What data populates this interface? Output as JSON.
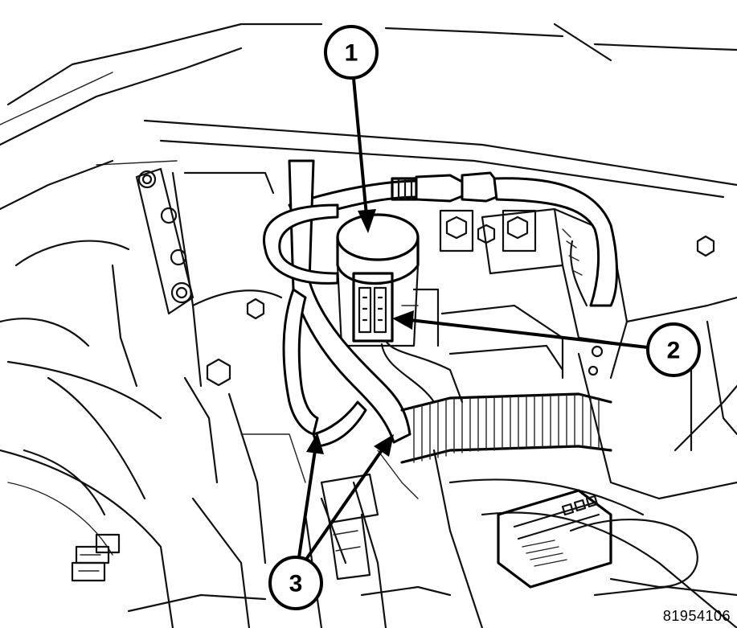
{
  "callouts": [
    {
      "id": "callout-1",
      "label": "1"
    },
    {
      "id": "callout-2",
      "label": "2"
    },
    {
      "id": "callout-3",
      "label": "3"
    }
  ],
  "figure_id": "81954106"
}
